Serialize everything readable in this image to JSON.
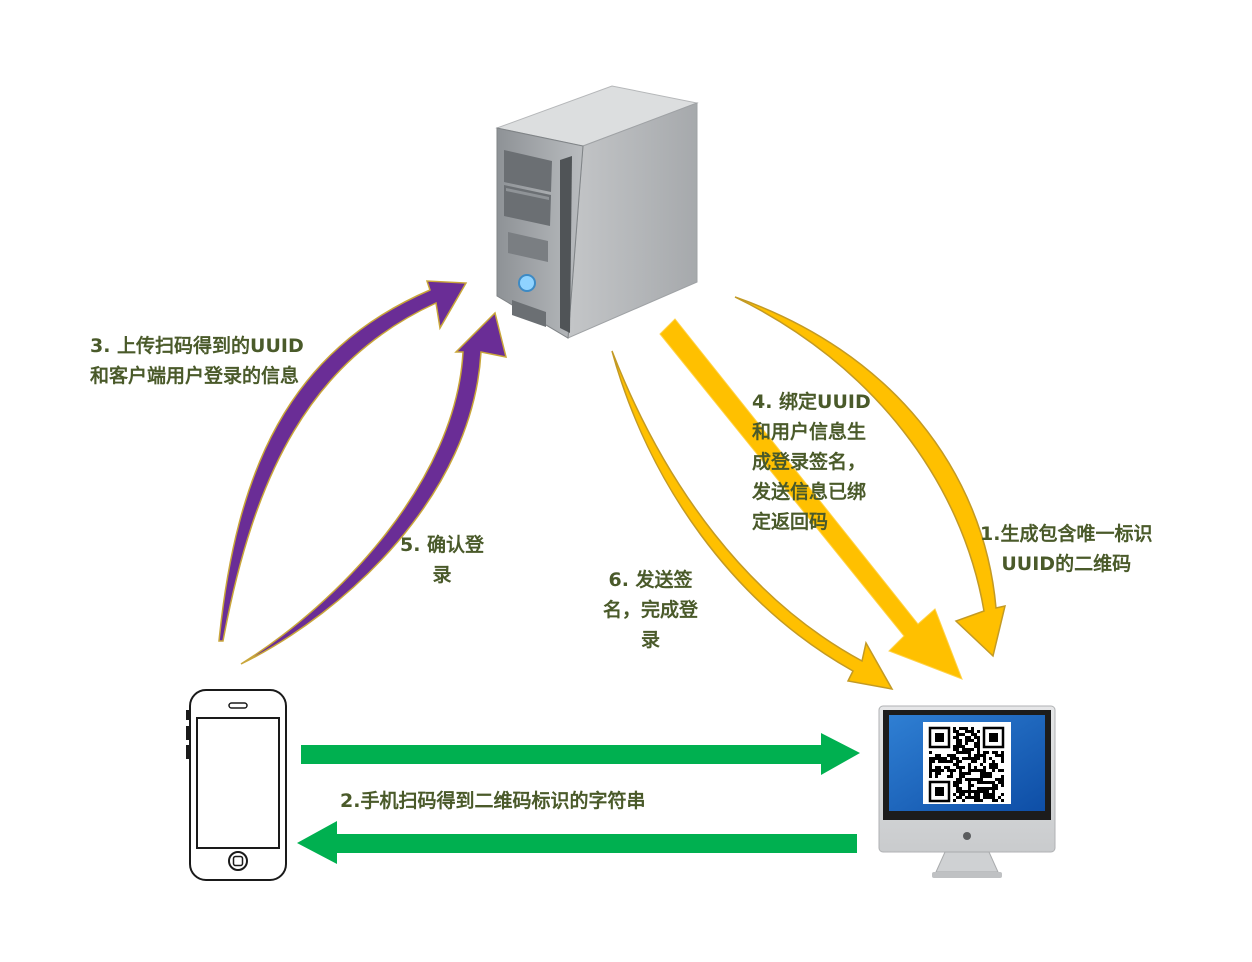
{
  "labels": {
    "step1": [
      "1.生成包含唯一标识",
      "UUID的二维码"
    ],
    "step2": [
      "2.手机扫码得到二维码标识的字符串"
    ],
    "step3": [
      "3. 上传扫码得到的UUID",
      "和客户端用户登录的信息"
    ],
    "step4": [
      "4. 绑定UUID",
      "和用户信息生",
      "成登录签名，",
      "发送信息已绑",
      "定返回码"
    ],
    "step5": [
      "5. 确认登",
      "录"
    ],
    "step6": [
      "6. 发送签",
      "名，完成登",
      "录"
    ]
  },
  "icons": {
    "server": "server-tower-icon",
    "phone": "smartphone-icon",
    "desktop": "desktop-monitor-icon",
    "qr": "qr-code-icon"
  },
  "colors": {
    "purple_arrow": "#6a2d96",
    "yellow_arrow": "#ffc000",
    "green_arrow": "#00b050",
    "label_text": "#4a5a2a"
  }
}
